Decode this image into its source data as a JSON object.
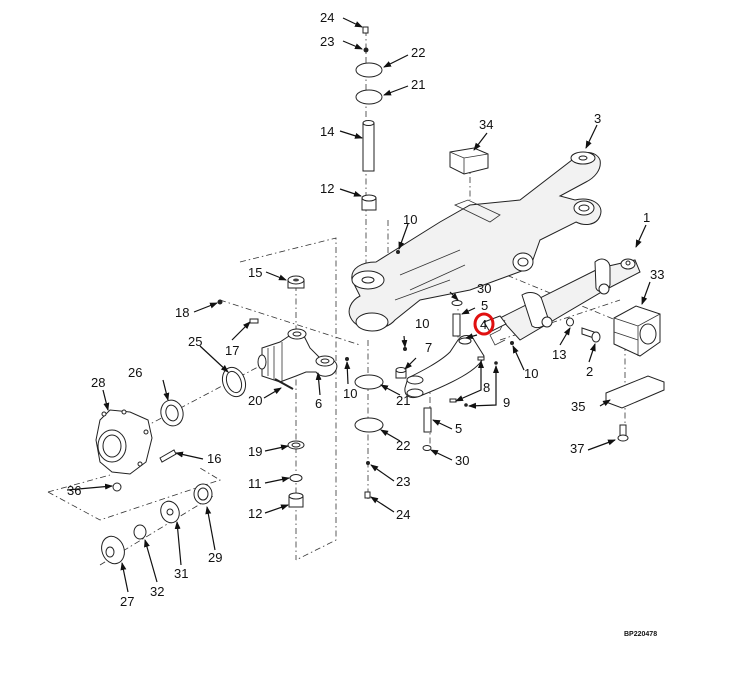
{
  "diagram": {
    "title": "Axle exploded parts view",
    "figure_code": "BP220478",
    "highlight_color": "#e01010",
    "highlighted_callout": "4",
    "callouts": [
      {
        "id": "c24a",
        "text": "24"
      },
      {
        "id": "c23a",
        "text": "23"
      },
      {
        "id": "c22a",
        "text": "22"
      },
      {
        "id": "c21a",
        "text": "21"
      },
      {
        "id": "c14",
        "text": "14"
      },
      {
        "id": "c34",
        "text": "34"
      },
      {
        "id": "c3",
        "text": "3"
      },
      {
        "id": "c12a",
        "text": "12"
      },
      {
        "id": "c10a",
        "text": "10"
      },
      {
        "id": "c1",
        "text": "1"
      },
      {
        "id": "c15",
        "text": "15"
      },
      {
        "id": "c33",
        "text": "33"
      },
      {
        "id": "c30a",
        "text": "30"
      },
      {
        "id": "c18",
        "text": "18"
      },
      {
        "id": "c5a",
        "text": "5"
      },
      {
        "id": "c4",
        "text": "4"
      },
      {
        "id": "c10b",
        "text": "10"
      },
      {
        "id": "c17",
        "text": "17"
      },
      {
        "id": "c13",
        "text": "13"
      },
      {
        "id": "c2",
        "text": "2"
      },
      {
        "id": "c25",
        "text": "25"
      },
      {
        "id": "c7",
        "text": "7"
      },
      {
        "id": "c10c",
        "text": "10"
      },
      {
        "id": "c26",
        "text": "26"
      },
      {
        "id": "c28",
        "text": "28"
      },
      {
        "id": "c20",
        "text": "20"
      },
      {
        "id": "c6",
        "text": "6"
      },
      {
        "id": "c10d",
        "text": "10"
      },
      {
        "id": "c21b",
        "text": "21"
      },
      {
        "id": "c8",
        "text": "8"
      },
      {
        "id": "c9",
        "text": "9"
      },
      {
        "id": "c35",
        "text": "35"
      },
      {
        "id": "c5b",
        "text": "5"
      },
      {
        "id": "c22b",
        "text": "22"
      },
      {
        "id": "c19",
        "text": "19"
      },
      {
        "id": "c16",
        "text": "16"
      },
      {
        "id": "c37",
        "text": "37"
      },
      {
        "id": "c30b",
        "text": "30"
      },
      {
        "id": "c11",
        "text": "11"
      },
      {
        "id": "c23b",
        "text": "23"
      },
      {
        "id": "c36",
        "text": "36"
      },
      {
        "id": "c12b",
        "text": "12"
      },
      {
        "id": "c24b",
        "text": "24"
      },
      {
        "id": "c29",
        "text": "29"
      },
      {
        "id": "c31",
        "text": "31"
      },
      {
        "id": "c32",
        "text": "32"
      },
      {
        "id": "c27",
        "text": "27"
      }
    ]
  }
}
